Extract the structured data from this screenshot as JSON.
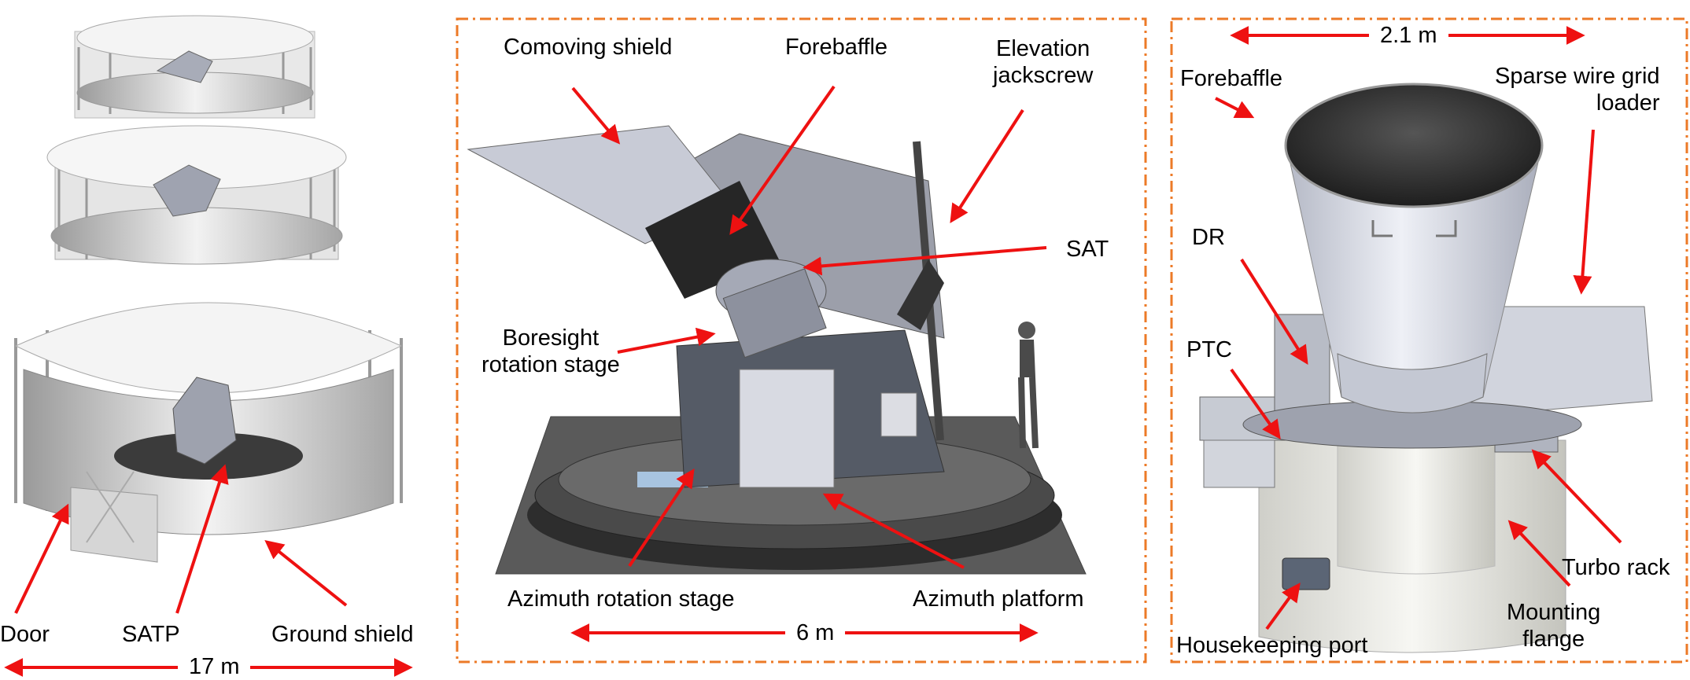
{
  "colors": {
    "arrow": "#ee1111",
    "frame": "#ec7a27",
    "shield": "#dcdcdc",
    "metal": "#c8cad2",
    "dark": "#3a3a3a"
  },
  "panels": {
    "left": {
      "labels": {
        "door": "Door",
        "satp": "SATP",
        "ground_shield": "Ground shield"
      },
      "dimension": "17 m"
    },
    "middle": {
      "labels": {
        "comoving_shield": "Comoving shield",
        "forebaffle": "Forebaffle",
        "elevation_jackscrew": "Elevation\njackscrew",
        "sat": "SAT",
        "boresight_rotation_stage": "Boresight\nrotation stage",
        "azimuth_rotation_stage": "Azimuth rotation stage",
        "azimuth_platform": "Azimuth platform"
      },
      "dimension": "6 m"
    },
    "right": {
      "labels": {
        "forebaffle": "Forebaffle",
        "sparse_wire_grid_loader": "Sparse wire grid\nloader",
        "dr": "DR",
        "ptc": "PTC",
        "turbo_rack": "Turbo rack",
        "mounting_flange": "Mounting\nflange",
        "housekeeping_port": "Housekeeping port"
      },
      "dimension": "2.1 m"
    }
  }
}
